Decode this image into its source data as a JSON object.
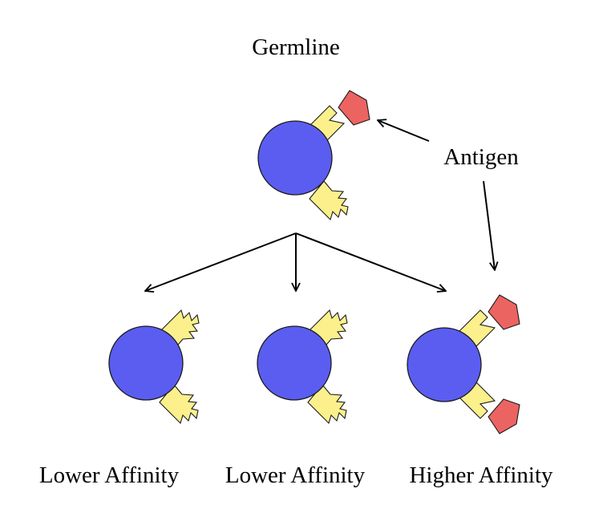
{
  "labels": {
    "germline": "Germline",
    "antigen": "Antigen",
    "child_left": "Lower Affinity",
    "child_middle": "Lower Affinity",
    "child_right": "Higher Affinity"
  },
  "colors": {
    "cell": "#5b5df0",
    "antibody": "#fbf08b",
    "antigen": "#ec6461",
    "outline": "#1a1a1a"
  }
}
